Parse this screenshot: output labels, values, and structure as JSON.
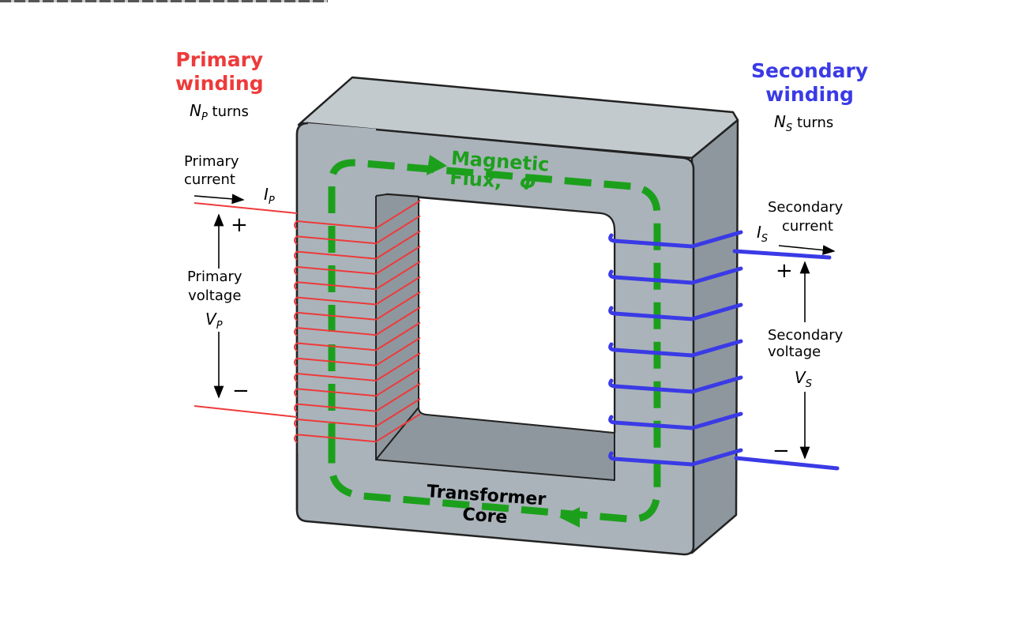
{
  "primary": {
    "title_line1": "Primary",
    "title_line2": "winding",
    "turns_symbol": "N",
    "turns_sub": "P",
    "turns_word": "turns",
    "current_line1": "Primary",
    "current_line2": "current",
    "current_symbol": "I",
    "current_sub": "P",
    "voltage_line1": "Primary",
    "voltage_line2": "voltage",
    "voltage_symbol": "V",
    "voltage_sub": "P",
    "plus": "+",
    "minus": "−"
  },
  "secondary": {
    "title_line1": "Secondary",
    "title_line2": "winding",
    "turns_symbol": "N",
    "turns_sub": "S",
    "turns_word": "turns",
    "current_line1": "Secondary",
    "current_line2": "current",
    "current_symbol": "I",
    "current_sub": "S",
    "voltage_line1": "Secondary",
    "voltage_line2": "voltage",
    "voltage_symbol": "V",
    "voltage_sub": "S",
    "plus": "+",
    "minus": "−"
  },
  "flux": {
    "line1": "Magnetic",
    "line2": "Flux,",
    "symbol": "Φ"
  },
  "core": {
    "line1": "Transformer",
    "line2": "Core"
  },
  "colors": {
    "primary_wire": "#ee3a3a",
    "secondary_wire": "#3a3ae6",
    "flux": "#1ca01c",
    "core_front": "#aab3ba",
    "core_side": "#8e979e",
    "core_top": "#c3cace"
  }
}
